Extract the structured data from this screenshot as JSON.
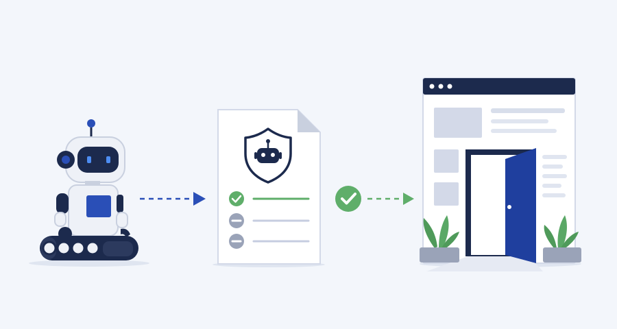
{
  "colors": {
    "background": "#f3f6fb",
    "navy": "#1c2a4d",
    "blue": "#2a4fb7",
    "door_blue": "#1f3f9e",
    "green": "#5fae6a",
    "gray_line": "#c6cde0",
    "gray_block": "#d3d9e8",
    "robot_white": "#eef1f7",
    "plant": "#4f9a5a",
    "pot": "#9aa3b8"
  },
  "icons": {
    "robot": "robot-icon",
    "arrow_1": "dashed-arrow-right-icon",
    "document": "policy-document-icon",
    "shield": "shield-robot-icon",
    "check_ok": "check-circle-icon",
    "check_pending": "minus-circle-icon",
    "approval": "check-badge-icon",
    "arrow_2": "dashed-arrow-right-icon",
    "website": "browser-window-icon",
    "door": "open-door-icon",
    "plant": "plant-icon"
  },
  "checklist": [
    {
      "status": "passed"
    },
    {
      "status": "pending"
    },
    {
      "status": "pending"
    }
  ]
}
